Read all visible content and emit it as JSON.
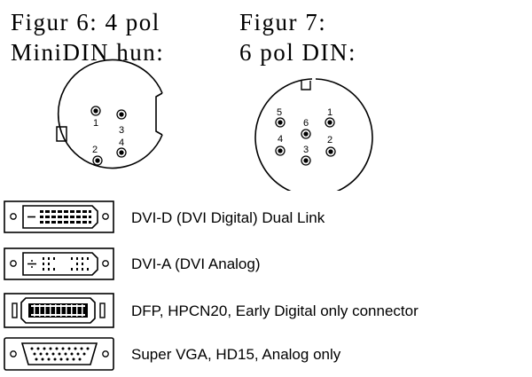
{
  "figures": {
    "fig6": {
      "line1": "Figur 6: 4 pol",
      "line2": "MiniDIN hun:",
      "pins": [
        "1",
        "2",
        "3",
        "4"
      ]
    },
    "fig7": {
      "line1": "Figur 7:",
      "line2": "6 pol DIN:",
      "pins": [
        "1",
        "2",
        "3",
        "4",
        "5",
        "6"
      ]
    }
  },
  "connectors": [
    {
      "label": "DVI-D (DVI Digital) Dual Link",
      "icon": "dvi-d-connector-icon"
    },
    {
      "label": "DVI-A (DVI Analog)",
      "icon": "dvi-a-connector-icon"
    },
    {
      "label": "DFP, HPCN20, Early Digital only connector",
      "icon": "dfp-connector-icon"
    },
    {
      "label": "Super VGA, HD15, Analog only",
      "icon": "vga-connector-icon"
    }
  ]
}
